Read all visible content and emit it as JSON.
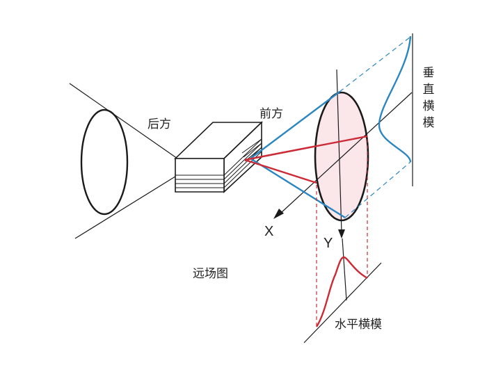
{
  "labels": {
    "rear": "后方",
    "front": "前方",
    "vertical_mode": "垂直横模",
    "horizontal_mode": "水平横模",
    "far_field": "远场图",
    "x_axis": "X",
    "y_axis": "Y"
  },
  "colors": {
    "line": "#1a1a1a",
    "blue": "#2a86c0",
    "red": "#cc2b36",
    "spot_fill": "#fbe6ea"
  }
}
